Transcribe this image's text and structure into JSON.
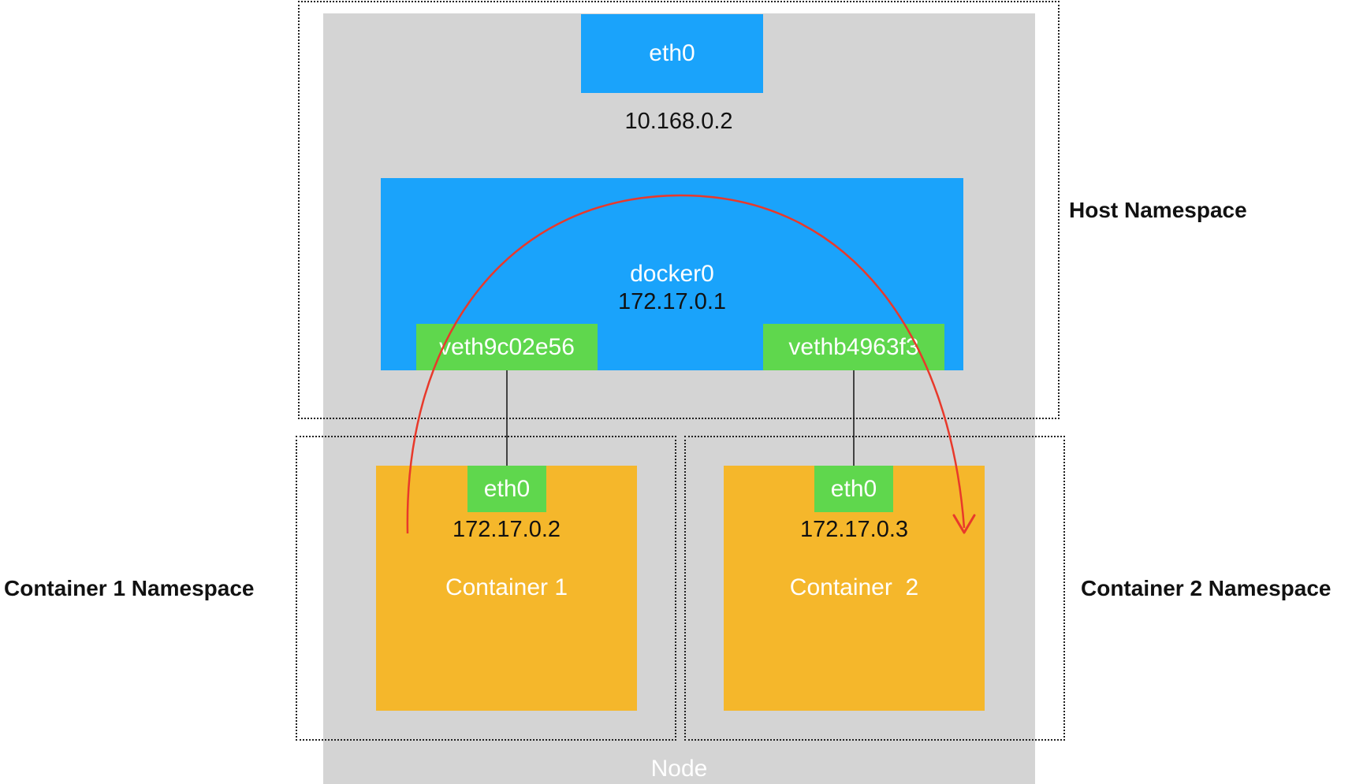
{
  "host": {
    "eth0_label": "eth0",
    "eth0_ip": "10.168.0.2",
    "bridge_name": "docker0",
    "bridge_ip": "172.17.0.1",
    "veth1_label": "veth9c02e56",
    "veth2_label": "vethb4963f3",
    "namespace_label": "Host Namespace"
  },
  "container1": {
    "eth0_label": "eth0",
    "ip": "172.17.0.2",
    "name": "Container 1",
    "namespace_label": "Container 1 Namespace"
  },
  "container2": {
    "eth0_label": "eth0",
    "ip": "172.17.0.3",
    "name": "Container  2",
    "namespace_label": "Container 2 Namespace"
  },
  "node_label": "Node",
  "colors": {
    "node": "#d4d4d4",
    "interface_blue": "#1aa3fb",
    "veth_green": "#5fd74d",
    "container_orange": "#f5b72b",
    "arrow_red": "#e8392b"
  }
}
